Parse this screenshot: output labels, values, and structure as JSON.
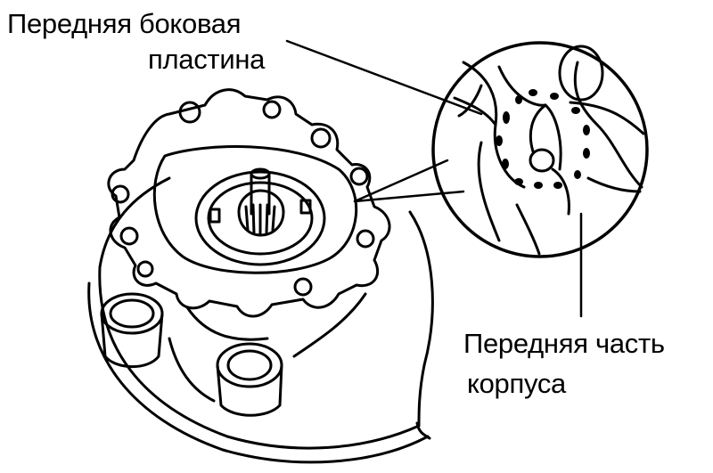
{
  "labels": {
    "front_side_plate": {
      "line1": "Передняя боковая",
      "line2": "пластина"
    },
    "front_housing": {
      "line1": "Передняя часть",
      "line2": "корпуса"
    }
  },
  "colors": {
    "ink": "#000000",
    "paper": "#ffffff"
  },
  "icons": [
    "pump-assembly-drawing",
    "magnified-detail-circle",
    "seal-mark-dots"
  ]
}
